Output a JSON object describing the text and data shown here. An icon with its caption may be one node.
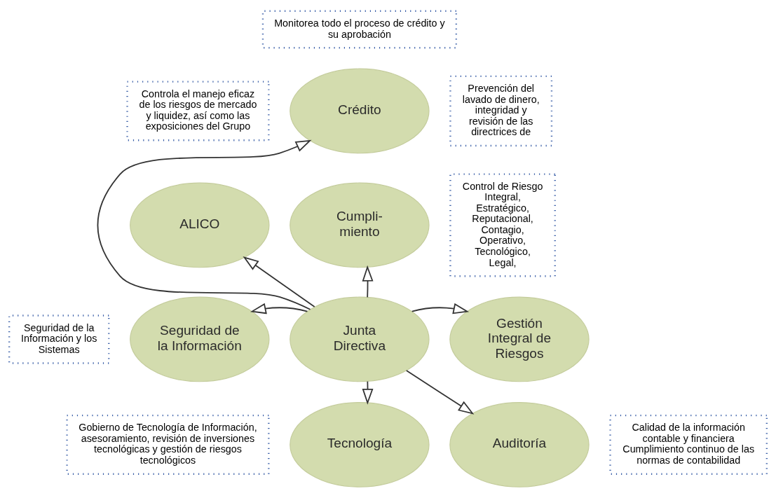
{
  "diagram": {
    "nodes": [
      {
        "text": [
          "Monitorea todo el proceso de crédito y su aprobación"
        ]
      },
      {
        "text": [
          "Crédito"
        ]
      },
      {
        "text": [
          "Prevención del lavado de dinero, integridad y revisión de las directrices de"
        ]
      },
      {
        "text": [
          "Controla el manejo eficaz de los riesgos de mercado y liquidez, así como las exposiciones del Grupo"
        ]
      },
      {
        "text": [
          "ALICO"
        ]
      },
      {
        "text": [
          "Cumpli- miento"
        ]
      },
      {
        "text": [
          "Control de Riesgo Integral, Estratégico, Reputacional, Contagio, Operativo, Tecnológico, Legal,"
        ]
      },
      {
        "text": [
          "Junta Directiva"
        ]
      },
      {
        "text": [
          "Seguridad de la Información y los Sistemas"
        ]
      },
      {
        "text": [
          "Seguridad de la Información"
        ]
      },
      {
        "text": [
          "Gestión Integral de Riesgos"
        ]
      },
      {
        "text": [
          "Gobierno de Tecnología de Información, asesoramiento, revisión de inversiones tecnológicas y gestión de riesgos tecnológicos"
        ]
      },
      {
        "text": [
          "Tecnología"
        ]
      },
      {
        "text": [
          "Auditoría"
        ]
      },
      {
        "text": [
          "Calidad de la información contable y financiera Cumplimiento continuo de las normas de contabilidad"
        ]
      }
    ],
    "edges": [
      {
        "from": 7,
        "to": 1,
        "arrow": "to"
      },
      {
        "from": 7,
        "to": 4,
        "arrow": "to"
      },
      {
        "from": 7,
        "to": 5,
        "arrow": "to"
      },
      {
        "from": 7,
        "to": 9,
        "arrow": "to"
      },
      {
        "from": 7,
        "to": 10,
        "arrow": "to"
      },
      {
        "from": 7,
        "to": 12,
        "arrow": "to"
      },
      {
        "from": 7,
        "to": 13,
        "arrow": "to"
      }
    ]
  }
}
